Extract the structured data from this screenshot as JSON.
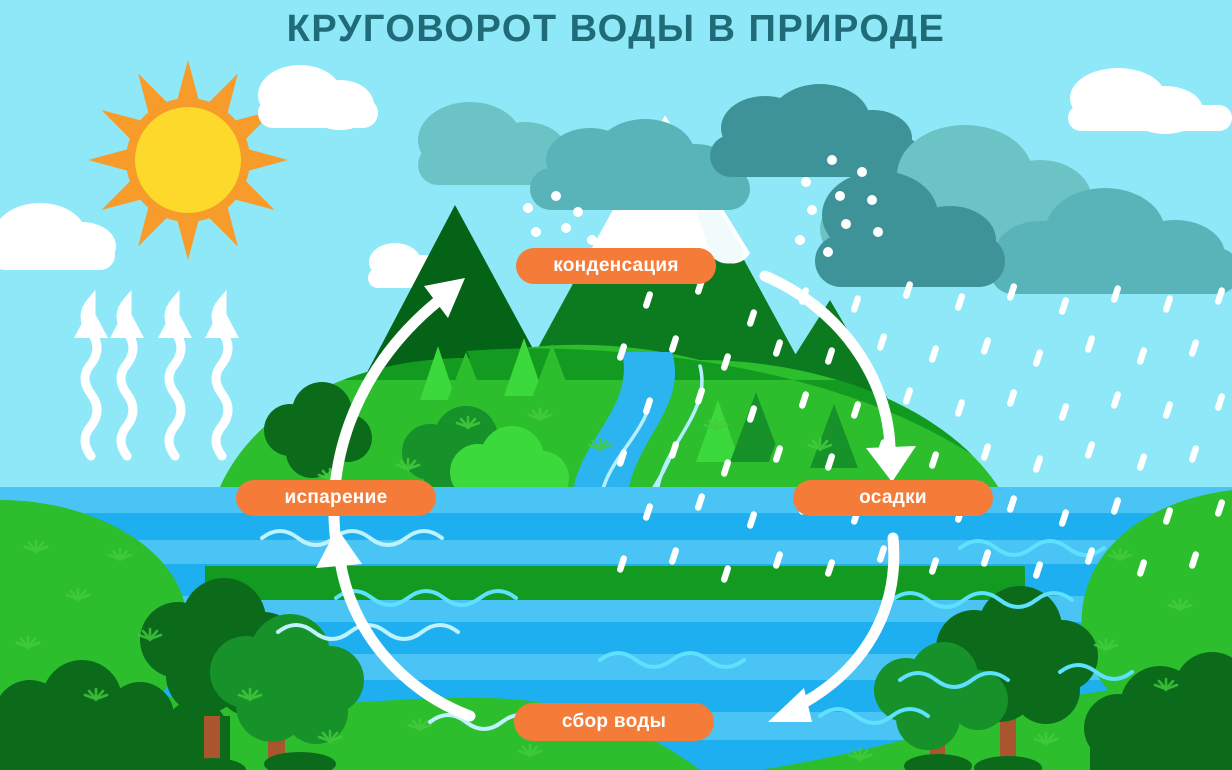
{
  "title": "КРУГОВОРОТ ВОДЫ В ПРИРОДЕ",
  "labels": {
    "condensation": "конденсация",
    "evaporation": "испарение",
    "precipitation": "осадки",
    "collection": "сбор воды"
  },
  "icons": {
    "sun": "sun-icon",
    "cloud": "cloud-icon",
    "rain": "rain-icon",
    "snow": "snow-icon",
    "mountain": "mountain-icon",
    "tree": "tree-icon",
    "river": "river-icon",
    "ocean": "ocean-icon",
    "arrow_up_left": "curved-arrow-up-icon",
    "arrow_down_right": "curved-arrow-down-icon",
    "arrow_collection_left": "curved-arrow-left-icon",
    "arrow_collection_right": "curved-arrow-right-icon",
    "evaporation_wave": "wavy-arrow-up-icon"
  },
  "colors": {
    "sky": "#8FE8F8",
    "sun_core": "#FCD92B",
    "sun_rays": "#F79B2B",
    "pill_orange": "#F57C38",
    "pill_text": "#FFFFFF",
    "title_teal": "#1F6B78",
    "cloud_white": "#FFFFFF",
    "cloud_teal_light": "#6CC3C6",
    "cloud_teal_mid": "#58B4B8",
    "cloud_teal_dark": "#3E9399",
    "mountain_dark_green": "#0C7A1E",
    "mountain_darker_green": "#046316",
    "hill_green": "#2DBE2E",
    "hill_green_light": "#44CC3E",
    "hill_green_dark": "#139B21",
    "grass_green": "#1EA82A",
    "tree_dark": "#0B6B1B",
    "tree_mid": "#17922A",
    "tree_bright": "#3CD93C",
    "trunk_brown": "#A9552E",
    "water_blue": "#1EAFF0",
    "water_blue_light": "#49C4F5",
    "water_blue_dark": "#109EE0",
    "river_blue": "#2BB4F0",
    "wave_white": "#B5EEFF",
    "arrow_white": "#FFFFFF",
    "rain_white": "#FFFFFF"
  },
  "diagram": {
    "type": "water-cycle",
    "stages": [
      {
        "order": 1,
        "key": "evaporation",
        "label": "испарение"
      },
      {
        "order": 2,
        "key": "condensation",
        "label": "конденсация"
      },
      {
        "order": 3,
        "key": "precipitation",
        "label": "осадки"
      },
      {
        "order": 4,
        "key": "collection",
        "label": "сбор воды"
      }
    ],
    "flow": [
      "испарение → конденсация",
      "конденсация → осадки",
      "осадки → сбор воды",
      "сбор воды → испарение"
    ]
  }
}
